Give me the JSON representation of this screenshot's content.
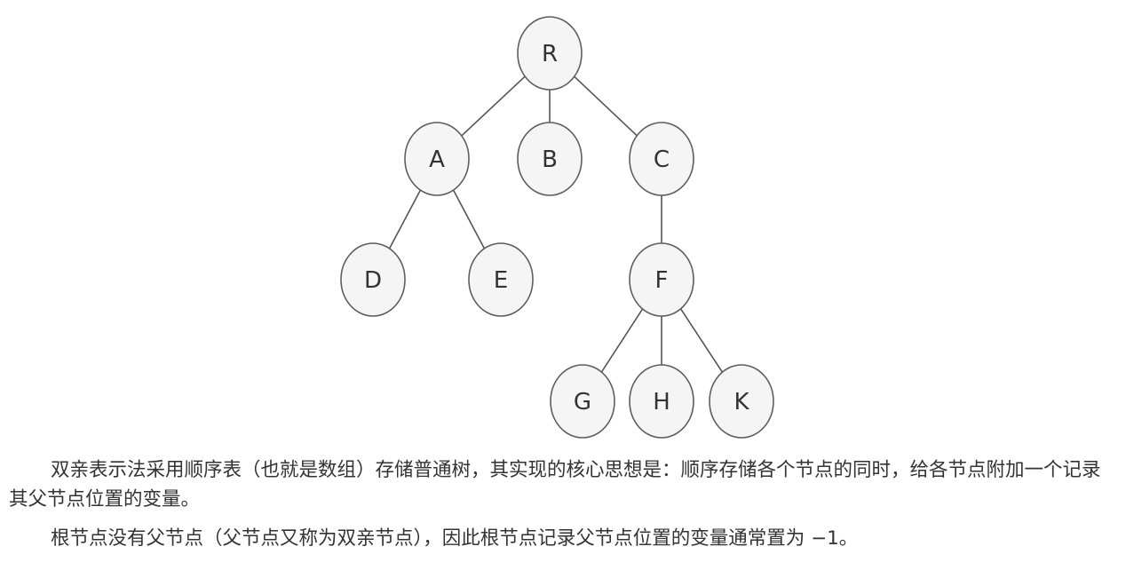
{
  "diagram": {
    "nodes": [
      {
        "id": "R",
        "label": "R"
      },
      {
        "id": "A",
        "label": "A"
      },
      {
        "id": "B",
        "label": "B"
      },
      {
        "id": "C",
        "label": "C"
      },
      {
        "id": "D",
        "label": "D"
      },
      {
        "id": "E",
        "label": "E"
      },
      {
        "id": "F",
        "label": "F"
      },
      {
        "id": "G",
        "label": "G"
      },
      {
        "id": "H",
        "label": "H"
      },
      {
        "id": "K",
        "label": "K"
      }
    ],
    "edges": [
      [
        "R",
        "A"
      ],
      [
        "R",
        "B"
      ],
      [
        "R",
        "C"
      ],
      [
        "A",
        "D"
      ],
      [
        "A",
        "E"
      ],
      [
        "C",
        "F"
      ],
      [
        "F",
        "G"
      ],
      [
        "F",
        "H"
      ],
      [
        "F",
        "K"
      ]
    ],
    "colors": {
      "node_fill": "#f5f5f5",
      "node_stroke": "#5e5e5e",
      "edge": "#555555",
      "text": "#333333"
    }
  },
  "text": {
    "paragraph_1": "双亲表示法采用顺序表（也就是数组）存储普通树，其实现的核心思想是：顺序存储各个节点的同时，给各节点附加一个记录其父节点位置的变量。",
    "paragraph_2": "根节点没有父节点（父节点又称为双亲节点），因此根节点记录父节点位置的变量通常置为 −1。"
  }
}
